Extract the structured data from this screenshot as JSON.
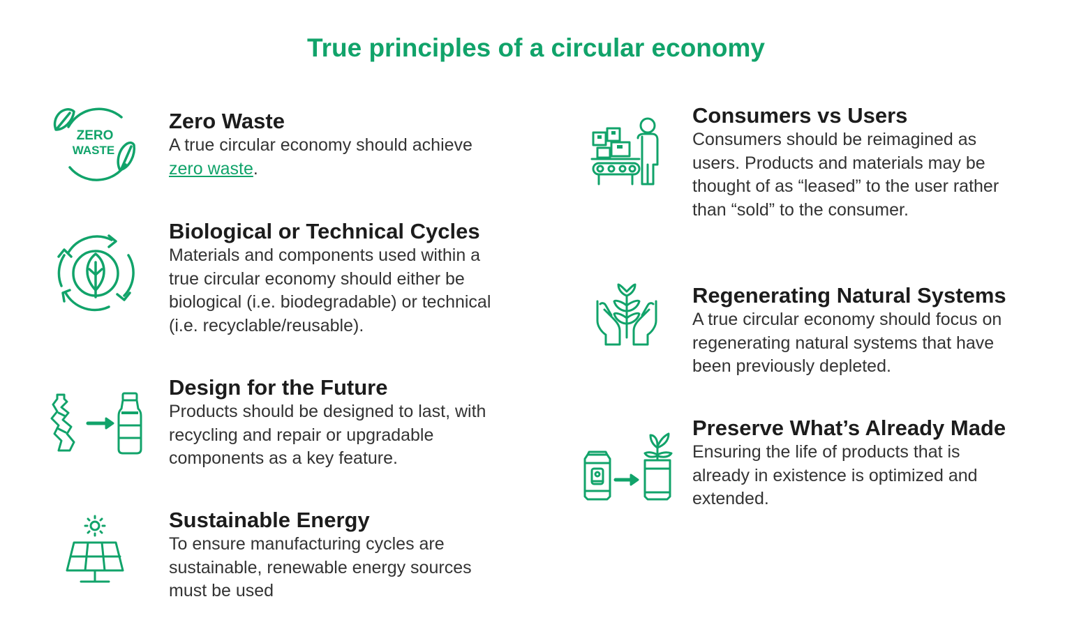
{
  "title": "True principles of a circular economy",
  "accent_color": "#11a36a",
  "left_column": [
    {
      "icon": "zero-waste-icon",
      "icon_text_line1": "ZERO",
      "icon_text_line2": "WASTE",
      "heading": "Zero Waste",
      "body_before_link": "A true circular economy should achieve ",
      "link_text": "zero waste",
      "body_after_link": "."
    },
    {
      "icon": "recycle-leaf-icon",
      "heading": "Biological or Technical Cycles",
      "body": "Materials and components used within a true circular economy should either be biological (i.e. biodegradable) or technical (i.e. recyclable/reusable)."
    },
    {
      "icon": "crushed-bottle-to-bottle-icon",
      "heading": "Design for the Future",
      "body": "Products should be designed to last, with recycling and repair or upgradable components as a key feature."
    },
    {
      "icon": "solar-panel-icon",
      "heading": "Sustainable Energy",
      "body": "To ensure manufacturing cycles are sustainable, renewable energy sources must be used"
    }
  ],
  "right_column": [
    {
      "icon": "user-conveyor-icon",
      "heading": "Consumers vs Users",
      "body": "Consumers should be reimagined as users. Products and materials may be thought of as “leased” to the user rather than “sold” to the consumer."
    },
    {
      "icon": "hands-plant-icon",
      "heading": "Regenerating Natural Systems",
      "body": "A true circular economy should focus on regenerating natural systems that have been previously depleted."
    },
    {
      "icon": "can-to-planter-icon",
      "heading": "Preserve What’s Already Made",
      "body": "Ensuring the life of products that is already in existence is optimized and extended."
    }
  ]
}
